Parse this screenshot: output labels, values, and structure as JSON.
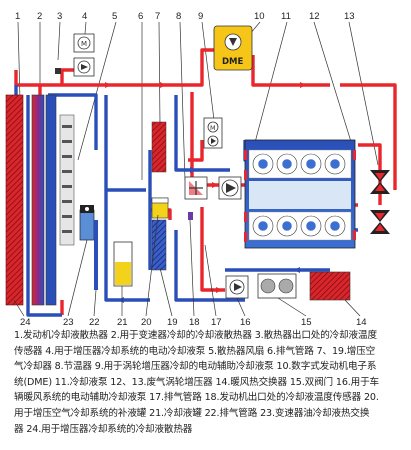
{
  "diagram": {
    "callouts": [
      {
        "id": "1",
        "label": "1"
      },
      {
        "id": "2",
        "label": "2"
      },
      {
        "id": "3",
        "label": "3"
      },
      {
        "id": "4",
        "label": "4"
      },
      {
        "id": "5",
        "label": "5"
      },
      {
        "id": "6",
        "label": "6"
      },
      {
        "id": "7",
        "label": "7"
      },
      {
        "id": "8",
        "label": "8"
      },
      {
        "id": "9",
        "label": "9"
      },
      {
        "id": "10",
        "label": "10"
      },
      {
        "id": "11",
        "label": "11"
      },
      {
        "id": "12",
        "label": "12"
      },
      {
        "id": "13",
        "label": "13"
      },
      {
        "id": "14",
        "label": "14"
      },
      {
        "id": "15",
        "label": "15"
      },
      {
        "id": "16",
        "label": "16"
      },
      {
        "id": "17",
        "label": "17"
      },
      {
        "id": "18",
        "label": "18"
      },
      {
        "id": "19",
        "label": "19"
      },
      {
        "id": "20",
        "label": "20"
      },
      {
        "id": "21",
        "label": "21"
      },
      {
        "id": "22",
        "label": "22"
      },
      {
        "id": "23",
        "label": "23"
      },
      {
        "id": "24",
        "label": "24"
      }
    ],
    "dme_label": "DME"
  },
  "legend": {
    "lines": [
      "1.发动机冷却液散热器   2.用于变速器冷却的冷却液散热器   3.散热器出口处的冷却液温度",
      "传感器   4.用于增压器冷却系统的电动冷却液泵   5.散热器风扇   6.排气管路   7、19.增压空",
      "气冷却器   8.节温器   9.用于涡轮增压器冷却的电动辅助冷却液泵   10.数字式发动机电子系",
      "统(DME)   11.冷却液泵   12、13.废气涡轮增压器   14.暖风热交换器   15.双阀门   16.用于车",
      "辆暖风系统的电动辅助冷却液泵   17.排气管路   18.发动机出口处的冷却液温度传感器   20.",
      "用于增压空气冷却系统的补液罐   21.冷却液罐   22.排气管路   23.变速器油冷却液热交换",
      "器   24.用于增压器冷却系统的冷却液散热器"
    ]
  },
  "colors": {
    "hot": "#e8262c",
    "cold": "#2a4fb8",
    "exhaust": "#d81e24",
    "yellow": "#f2d21a",
    "dme": "#f5c518"
  }
}
